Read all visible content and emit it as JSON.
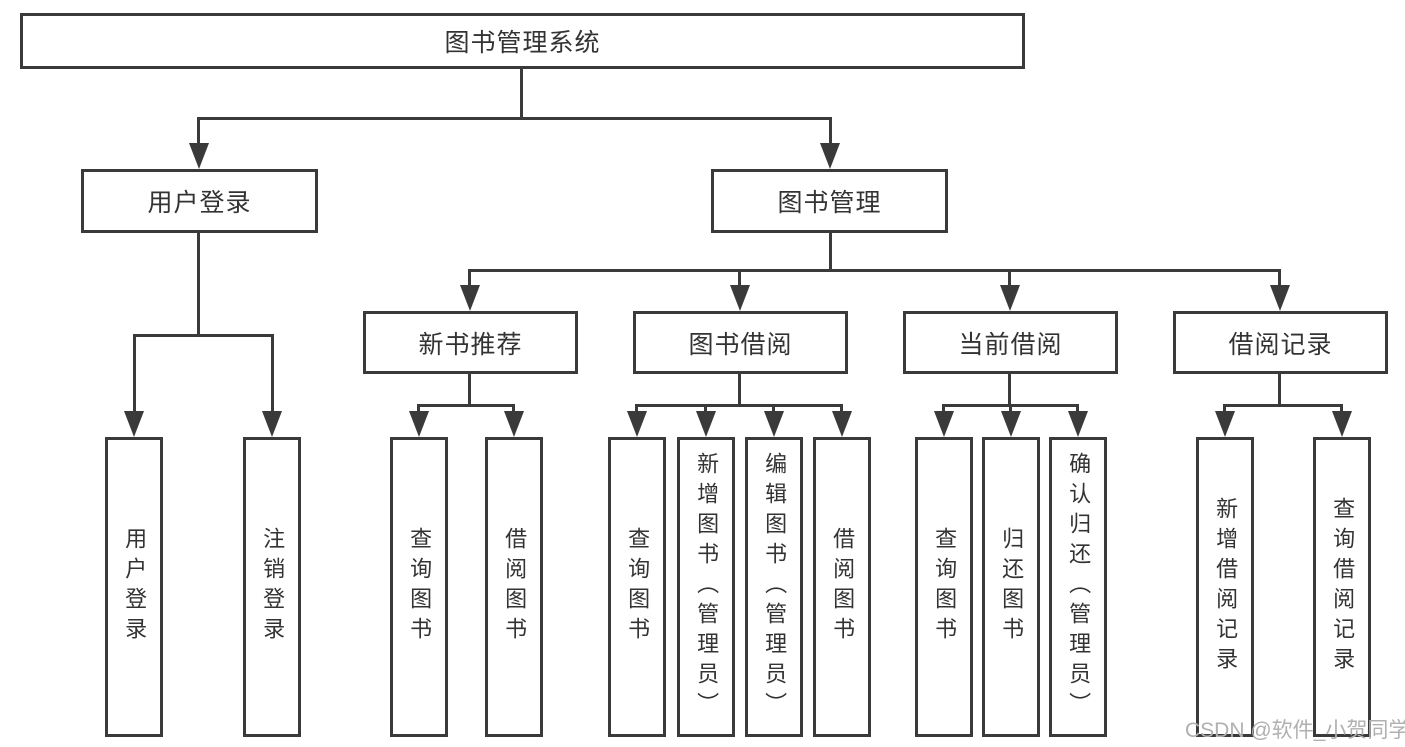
{
  "colors": {
    "line": "#3a3a3a",
    "text": "#333333",
    "watermark": "#b0b0b0",
    "background": "#ffffff"
  },
  "diagram": {
    "type": "tree-structure-chart",
    "watermark": "CSDN @软件_小贺同学"
  },
  "nodes": {
    "root": "图书管理系统",
    "user_login": {
      "label": "用户登录",
      "children": [
        "用户登录",
        "注销登录"
      ]
    },
    "book_mgmt": {
      "label": "图书管理"
    },
    "new_book": {
      "label": "新书推荐",
      "children": [
        "查询图书",
        "借阅图书"
      ]
    },
    "book_borrow": {
      "label": "图书借阅",
      "children": [
        "查询图书",
        "新增图书（管理员）",
        "编辑图书（管理员）",
        "借阅图书"
      ]
    },
    "current_borrow": {
      "label": "当前借阅",
      "children": [
        "查询图书",
        "归还图书",
        "确认归还（管理员）"
      ]
    },
    "borrow_records": {
      "label": "借阅记录",
      "children": [
        "新增借阅记录",
        "查询借阅记录"
      ]
    }
  }
}
